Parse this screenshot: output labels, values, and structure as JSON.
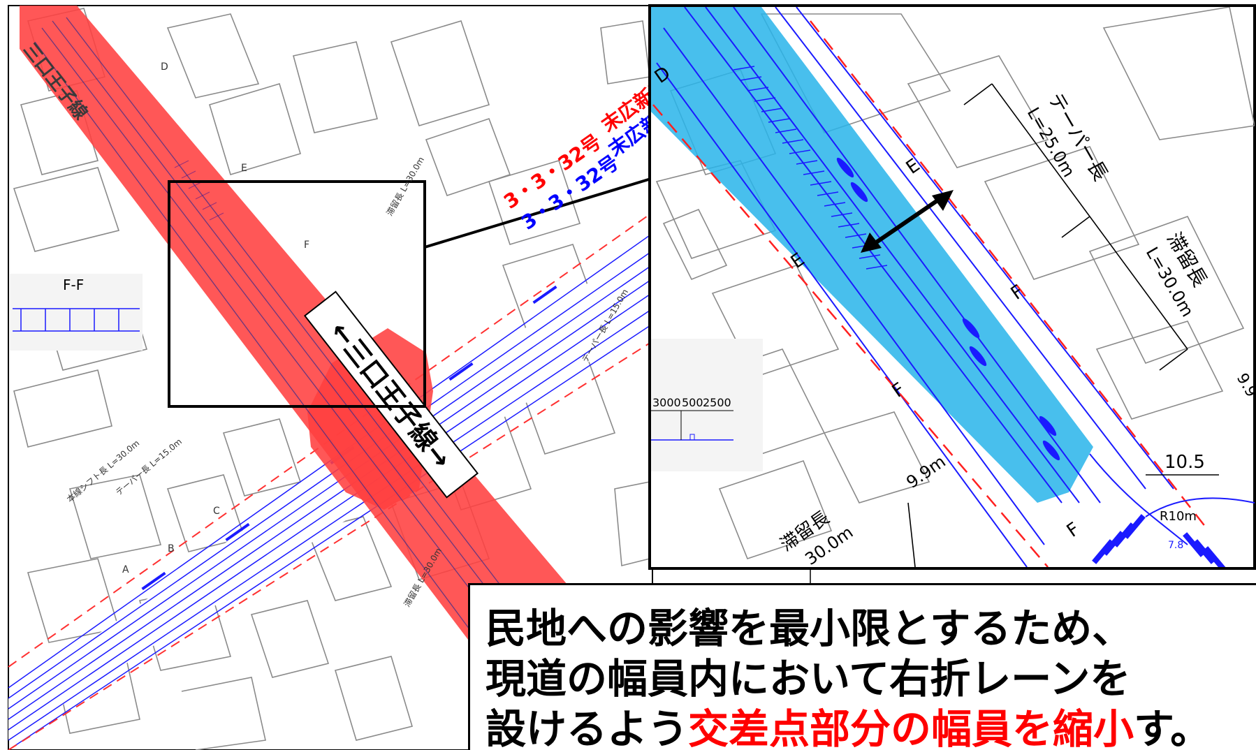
{
  "colors": {
    "main_road": "#ff4040",
    "detail_road": "#28b4ea",
    "road_lines": "#1a1aff",
    "caption_highlight": "#ff0000"
  },
  "overview": {
    "line_label": "←三口王子線→",
    "road_labels": [
      {
        "text": "3・3・32号",
        "color": "#ff0000"
      },
      {
        "text": "末広新道",
        "color": "#ff0000"
      },
      {
        "text": "3・3・32号",
        "color": "#0000ff"
      },
      {
        "text": "末広新",
        "color": "#0000ff"
      }
    ],
    "side_label": "三口王子線",
    "section_title": "F-F",
    "section_letters": [
      "A",
      "B",
      "C",
      "D",
      "E",
      "F"
    ],
    "small_labels": [
      "テーパー長 L=15.0m",
      "滞留長 L=30.0m",
      "本線シフト長 L=30.0m",
      "テーパー長 L=15.0m",
      "滞留長 L=30.0m"
    ]
  },
  "detail": {
    "dimension_labels": {
      "taper": "テーパー長",
      "taper_len": "L=25.0m",
      "queue": "滞留長",
      "queue_len": "L=30.0m",
      "width_105": "10.5",
      "radius": "R10m",
      "w_99": "9.9m",
      "queue_bottom": "滞留長",
      "queue_bottom_len": "30.0m",
      "partial_9": "9.9",
      "small_78": "7.8"
    },
    "section_letters": [
      "D",
      "E",
      "E",
      "F",
      "F",
      "F"
    ],
    "cross_section_dims": [
      "3000",
      "500",
      "2500"
    ]
  },
  "caption": {
    "line1": "民地への影響を最小限とするため、",
    "line2": "現道の幅員内において右折レーンを",
    "line3_prefix": "設けるよう",
    "line3_highlight": "交差点部分の幅員を縮小",
    "line3_suffix": "す。"
  }
}
